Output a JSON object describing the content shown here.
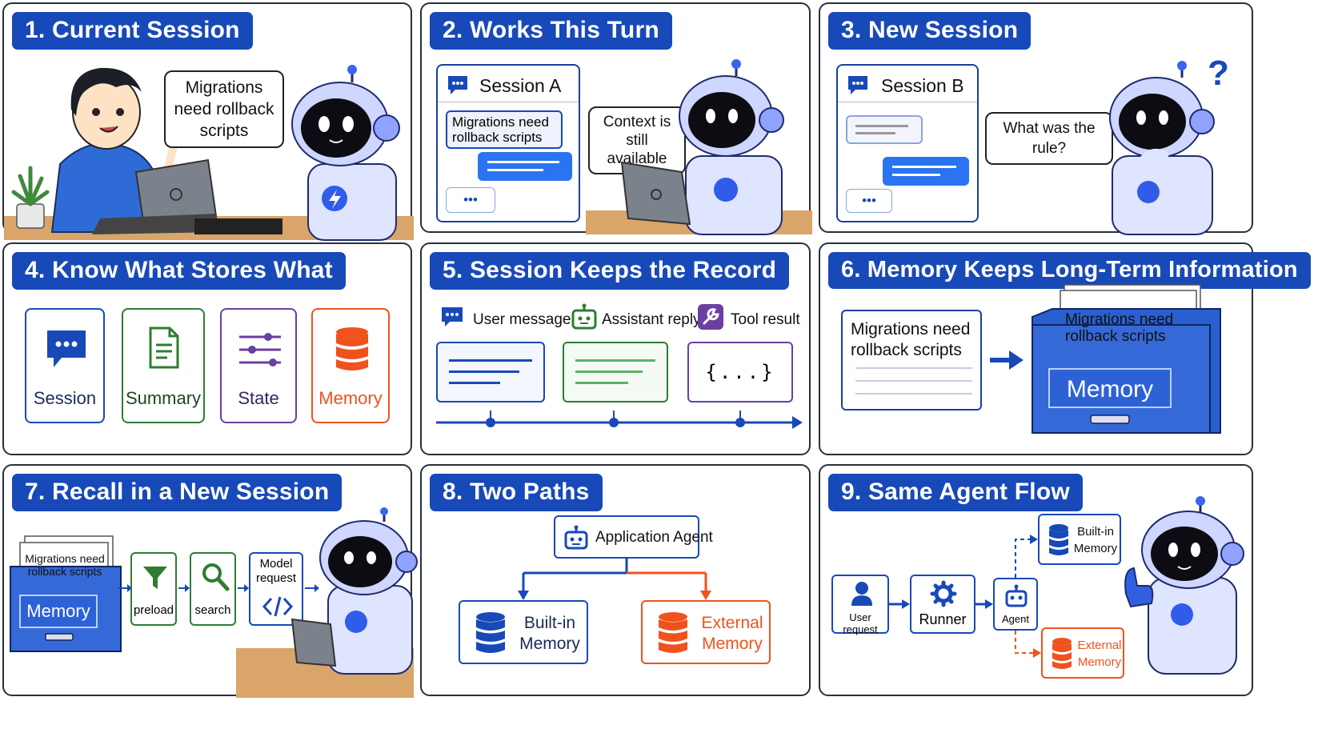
{
  "panels": {
    "p1": {
      "title": "1. Current Session",
      "speech": "Migrations need rollback scripts"
    },
    "p2": {
      "title": "2. Works This Turn",
      "session_label": "Session A",
      "message": "Migrations need rollback scripts",
      "dots": "•••",
      "speech": "Context is still available"
    },
    "p3": {
      "title": "3. New Session",
      "session_label": "Session B",
      "dots": "•••",
      "speech": "What was the rule?",
      "question_mark": "?"
    },
    "p4": {
      "title": "4. Know What Stores What",
      "stores": [
        {
          "label": "Session",
          "icon": "chat-bubble-icon"
        },
        {
          "label": "Summary",
          "icon": "document-icon"
        },
        {
          "label": "State",
          "icon": "sliders-icon"
        },
        {
          "label": "Memory",
          "icon": "database-icon"
        }
      ]
    },
    "p5": {
      "title": "5. Session Keeps the Record",
      "legend": [
        {
          "label": "User message",
          "icon": "chat-bubble-icon"
        },
        {
          "label": "Assistant reply",
          "icon": "robot-icon"
        },
        {
          "label": "Tool result",
          "icon": "wrench-icon"
        }
      ],
      "tool_text": "{...}"
    },
    "p6": {
      "title": "6. Memory Keeps Long-Term Information",
      "note": "Migrations need rollback scripts",
      "stored": "Migrations need rollback scripts",
      "box_label": "Memory"
    },
    "p7": {
      "title": "7. Recall in a New Session",
      "stored": "Migrations need rollback scripts",
      "box_label": "Memory",
      "steps": [
        {
          "label": "preload",
          "icon": "funnel-icon"
        },
        {
          "label": "search",
          "icon": "magnifier-icon"
        },
        {
          "label": "Model request",
          "icon": "code-icon"
        }
      ]
    },
    "p8": {
      "title": "8. Two Paths",
      "root": "Application Agent",
      "left": "Built-in Memory",
      "right": "External Memory"
    },
    "p9": {
      "title": "9. Same Agent Flow",
      "user": "User request",
      "runner": "Runner",
      "agent": "Agent",
      "builtin": "Built-in Memory",
      "external": "External Memory"
    }
  },
  "colors": {
    "primary": "#1849b8",
    "green": "#2e7d32",
    "purple": "#6a3fa0",
    "orange": "#f0521d"
  }
}
